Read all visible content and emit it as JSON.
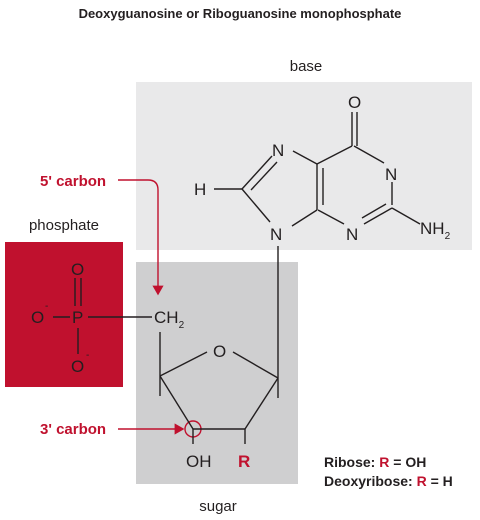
{
  "title": "Deoxyguanosine or Riboguanosine monophosphate",
  "labels": {
    "base": "base",
    "phosphate": "phosphate",
    "sugar": "sugar",
    "five_prime": "5' carbon",
    "three_prime": "3' carbon"
  },
  "atoms": {
    "O_top": "O",
    "N_upper": "N",
    "N_right": "N",
    "N_lower": "N",
    "N_link": "N",
    "H": "H",
    "NH": "NH",
    "NH_sub": "2",
    "P": "P",
    "O_up": "O",
    "O_left": "O",
    "O_down": "O",
    "minus": "-",
    "CH": "CH",
    "CH_sub": "2",
    "O_ring": "O",
    "OH": "OH",
    "R": "R"
  },
  "legend": {
    "ribose_prefix": "Ribose: ",
    "ribose_r": "R",
    "ribose_suffix": " = OH",
    "deoxy_prefix": "Deoxyribose: ",
    "deoxy_r": "R",
    "deoxy_suffix": " = H"
  },
  "colors": {
    "red": "#c0112e",
    "base_box": "#e9e9ea",
    "sugar_box": "#cfcfd0",
    "phosphate_box": "#c0112e"
  }
}
